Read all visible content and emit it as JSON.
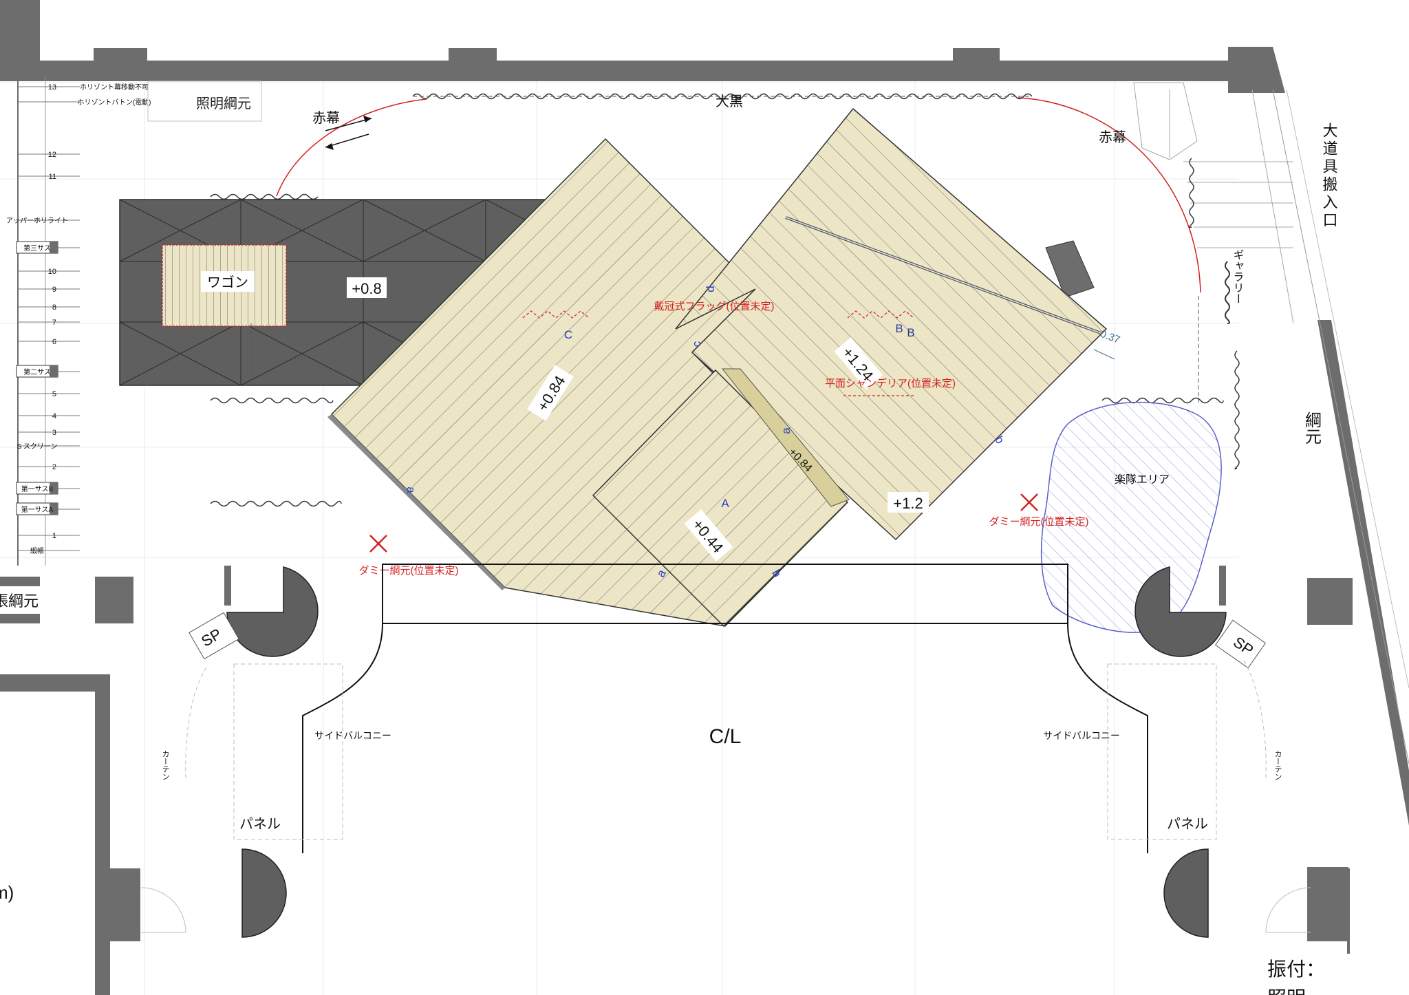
{
  "labels": {
    "lighting_rail": "照明綱元",
    "red_curtain_left": "赤幕",
    "red_curtain_right": "赤幕",
    "black_curtain": "大黒",
    "wagon": "ワゴン",
    "wagon_height": "+0.8",
    "deck_c": "+0.84",
    "deck_a": "+0.44",
    "deck_b": "+1.24",
    "deck_b_low": "+1.2",
    "deck_bridge": "+0.84",
    "corner_value": "0.37",
    "flag": "戴冠式フラッグ(位置未定)",
    "chandelier": "平面シャンデリア(位置未定)",
    "dummy_left": "ダミー綱元(位置未定)",
    "dummy_right": "ダミー綱元(位置未定)",
    "band_area": "楽隊エリア",
    "centerline": "C/L",
    "side_balcony_left": "サイドバルコニー",
    "side_balcony_right": "サイドバルコニー",
    "curtain_left": "カーテン",
    "curtain_right": "カーテン",
    "panel_left": "パネル",
    "panel_right": "パネル",
    "sp_left": "SP",
    "sp_right": "SP",
    "gallery": "ギャラリー",
    "rope_rail": "綱元",
    "big_prop_entrance": "大道具搬入口",
    "tension_rail_fragment": "張綱元",
    "unit_fragment": "m)",
    "bottom_right_fragment": "振付：",
    "bottom_right_fragment2": "照明"
  },
  "edge_letters": {
    "deck_c_label": "C",
    "deck_a_label": "A",
    "deck_b_label": "B",
    "deck_b_label2": "B",
    "edge_a1": "a",
    "edge_a2": "a",
    "edge_a3": "a",
    "edge_b1": "b",
    "edge_b2": "b",
    "edge_c": "c",
    "edge_d": "d"
  },
  "batten_list": [
    {
      "num": "13",
      "name": "ホリゾント幕移動不可"
    },
    {
      "num": "",
      "name": "ホリゾントバトン(電動)"
    },
    {
      "num": "12",
      "name": ""
    },
    {
      "num": "11",
      "name": ""
    },
    {
      "num": "",
      "name": "アッパーホリライト"
    },
    {
      "num": "",
      "name": "第三サス"
    },
    {
      "num": "10",
      "name": ""
    },
    {
      "num": "9",
      "name": ""
    },
    {
      "num": "8",
      "name": ""
    },
    {
      "num": "7",
      "name": ""
    },
    {
      "num": "6",
      "name": ""
    },
    {
      "num": "",
      "name": "第二サス"
    },
    {
      "num": "5",
      "name": ""
    },
    {
      "num": "4",
      "name": ""
    },
    {
      "num": "3",
      "name": ""
    },
    {
      "num": "",
      "name": "S スクリーン"
    },
    {
      "num": "2",
      "name": ""
    },
    {
      "num": "",
      "name": "第一サスB"
    },
    {
      "num": "",
      "name": "第一サスA"
    },
    {
      "num": "1",
      "name": ""
    },
    {
      "num": "",
      "name": "緞帳"
    }
  ],
  "colors": {
    "wall": "#6d6d6d",
    "deck_fill": "#ece6c6",
    "deck_stripe": "#6a6a6a",
    "bridge_fill": "#d9cf9a",
    "dark_block": "#5f5f5f",
    "red_note": "#d42020",
    "blue_area": "#5a5fc8",
    "edge_letter": "#2a3cc8"
  }
}
